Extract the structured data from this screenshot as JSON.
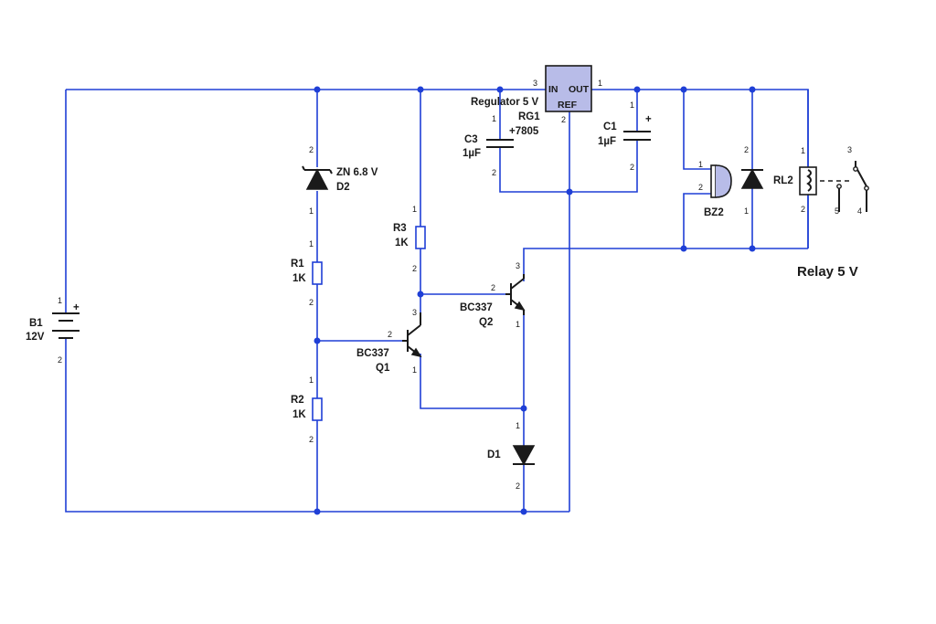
{
  "components": {
    "b1": {
      "ref": "B1",
      "value": "12V",
      "plus": "+",
      "pin1": "1",
      "pin2": "2"
    },
    "d2": {
      "ref": "D2",
      "value": "ZN 6.8 V",
      "pin1": "1",
      "pin2": "2"
    },
    "r1": {
      "ref": "R1",
      "value": "1K",
      "pin1": "1",
      "pin2": "2"
    },
    "r2": {
      "ref": "R2",
      "value": "1K",
      "pin1": "1",
      "pin2": "2"
    },
    "r3": {
      "ref": "R3",
      "value": "1K",
      "pin1": "1",
      "pin2": "2"
    },
    "q1": {
      "ref": "Q1",
      "value": "BC337",
      "pin1": "1",
      "pin2": "2",
      "pin3": "3"
    },
    "q2": {
      "ref": "Q2",
      "value": "BC337",
      "pin1": "1",
      "pin2": "2",
      "pin3": "3"
    },
    "d1": {
      "ref": "D1",
      "pin1": "1",
      "pin2": "2"
    },
    "c3": {
      "ref": "C3",
      "value": "1µF",
      "pin1": "1",
      "pin2": "2"
    },
    "c1": {
      "ref": "C1",
      "value": "1µF",
      "plus": "+",
      "pin1": "1",
      "pin2": "2"
    },
    "rg1": {
      "ref": "RG1",
      "value": "+7805",
      "title": "Regulator 5 V",
      "in": "IN",
      "out": "OUT",
      "refpin": "REF",
      "pin1": "1",
      "pin2": "2",
      "pin3": "3"
    },
    "bz2": {
      "ref": "BZ2",
      "pin1": "1",
      "pin2": "2"
    },
    "d3": {
      "pin1": "1",
      "pin2": "2"
    },
    "rl2": {
      "ref": "RL2",
      "pin1": "1",
      "pin2": "2",
      "pin3": "3",
      "pin4": "4",
      "pin5": "5"
    }
  },
  "relay_label": "Relay 5 V",
  "colors": {
    "wire": "#1f3fd6",
    "symbol": "#1a1a1a",
    "regulator_fill": "#b8bce8"
  }
}
